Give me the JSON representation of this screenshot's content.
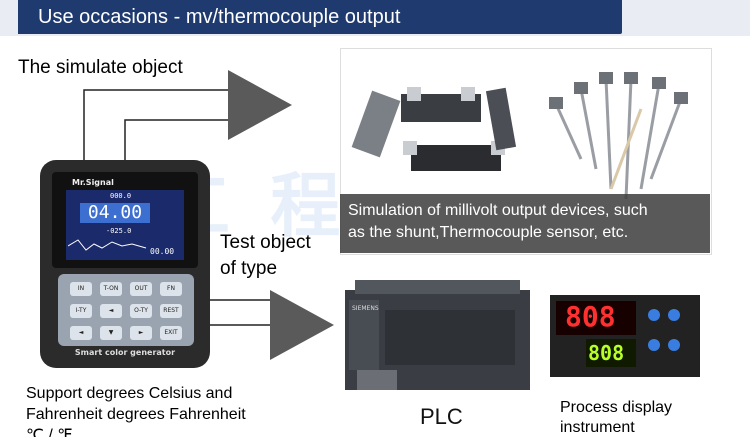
{
  "header": {
    "title": "Use occasions - mv/thermocouple output"
  },
  "labels": {
    "simulate_object": "The simulate object",
    "test_object_line1": "Test object",
    "test_object_line2": "of type",
    "support_line1": "Support degrees Celsius and",
    "support_line2": "Fahrenheit degrees Fahrenheit",
    "support_line3": "℃ / ℉",
    "plc": "PLC",
    "process_line1": "Process display",
    "process_line2": "instrument"
  },
  "caption": {
    "line1": "Simulation of millivolt output devices, such",
    "line2": "as the shunt,Thermocouple sensor, etc."
  },
  "device": {
    "brand": "Mr.Signal",
    "main_value": "04.00",
    "upper_value": "000.0",
    "lower_value": "-025.0",
    "bottom_value": "00.00",
    "footer": "Smart color generator",
    "keys": [
      "IN",
      "T-ON",
      "OUT",
      "FN",
      "I-TY",
      "◄",
      "O-TY",
      "REST",
      "◄",
      "▼",
      "►",
      "EXIT"
    ]
  },
  "plc_brand": "SIEMENS",
  "meter": {
    "pv": "808",
    "sv": "808"
  },
  "watermark": "工 程 科 技"
}
